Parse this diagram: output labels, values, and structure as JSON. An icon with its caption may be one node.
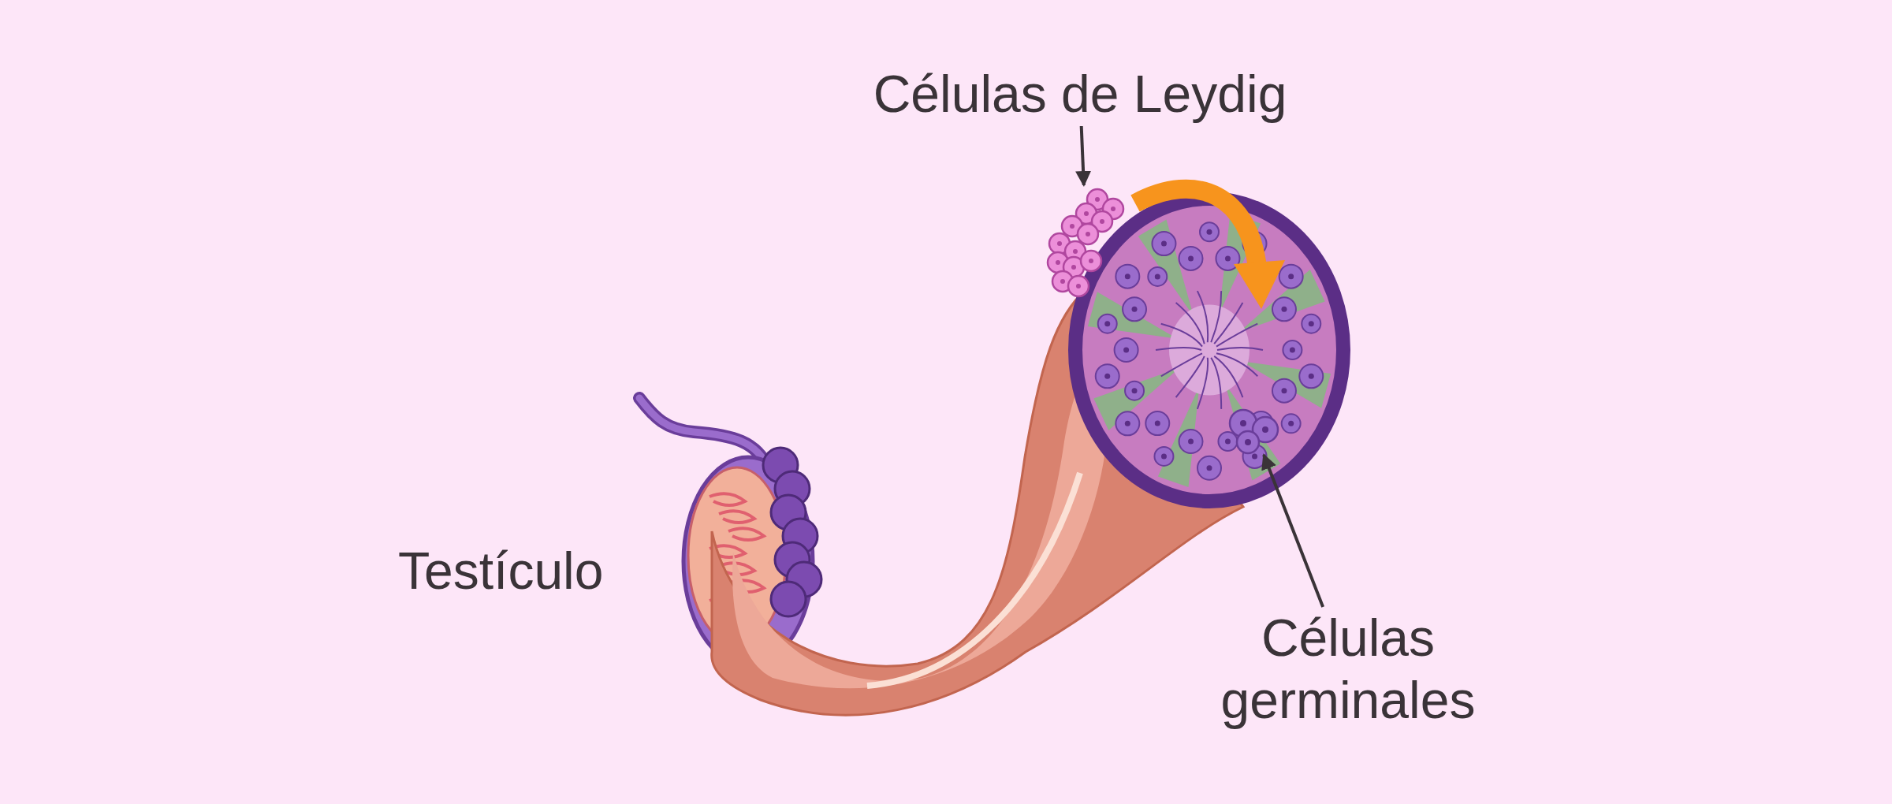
{
  "diagram": {
    "nodes": [
      {
        "text": [
          "Células de Leydig"
        ]
      },
      {
        "text": [],
        "shape": "picture"
      },
      {
        "text": [
          "Células germinales"
        ]
      },
      {
        "text": [],
        "shape": "picture"
      }
    ],
    "edges": [
      {
        "from": 0,
        "to": 1,
        "arrow": "to"
      },
      {
        "from": 2,
        "to": 3,
        "arrow": "to"
      }
    ],
    "labels": [
      "Testículo"
    ]
  }
}
